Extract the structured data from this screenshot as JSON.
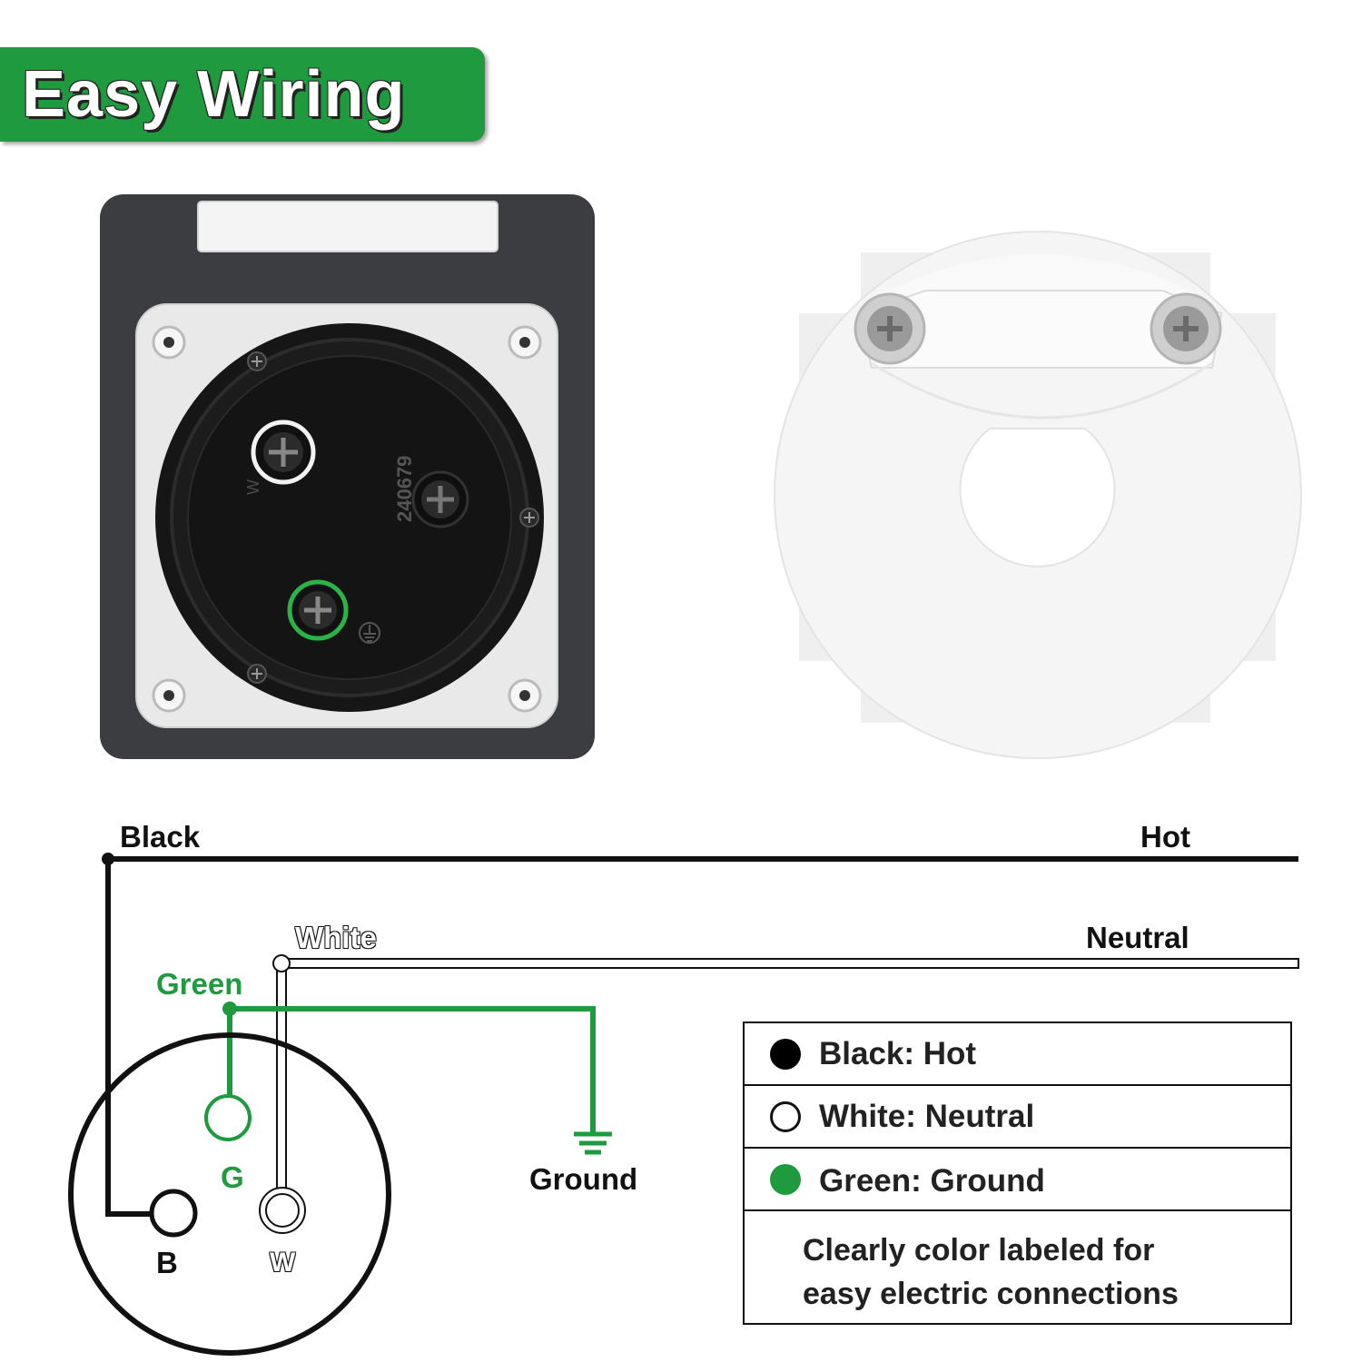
{
  "title": "Easy Wiring",
  "product": {
    "part_number": "240679",
    "terminal_mark": "W"
  },
  "wires": {
    "black": {
      "label": "Black",
      "role": "Hot"
    },
    "white": {
      "label": "White",
      "role": "Neutral"
    },
    "green": {
      "label": "Green"
    }
  },
  "ground_label": "Ground",
  "terminals": {
    "g": "G",
    "b": "B",
    "w": "W"
  },
  "legend": {
    "rows": [
      {
        "text": "Black: Hot",
        "color": "#000000"
      },
      {
        "text": "White: Neutral",
        "color": "#ffffff"
      },
      {
        "text": "Green: Ground",
        "color": "#1f9a3e"
      }
    ],
    "note_line1": "Clearly color labeled for",
    "note_line2": "easy electric connections"
  },
  "colors": {
    "green": "#1f9a3e",
    "black": "#111111",
    "housing": "#3b3d40"
  }
}
